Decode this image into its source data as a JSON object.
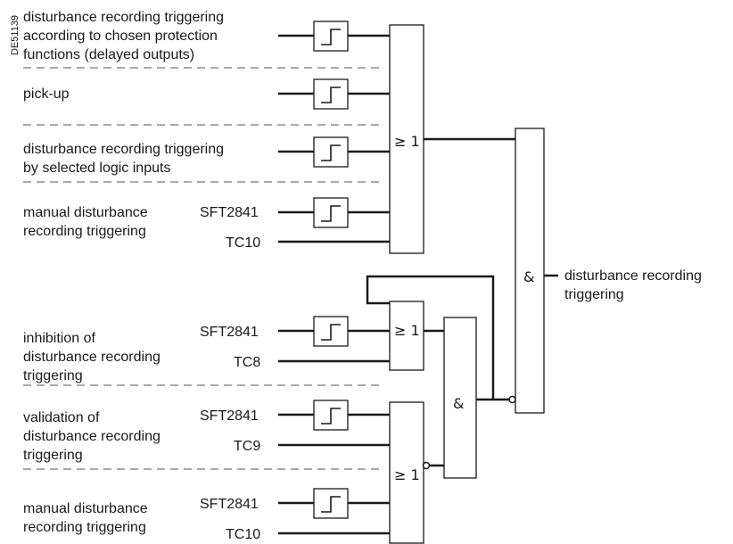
{
  "diagram": {
    "code": "DE51139",
    "labels": {
      "protection_1": "disturbance recording triggering",
      "protection_2": "according to chosen protection",
      "protection_3": "functions (delayed outputs)",
      "pickup": "pick-up",
      "logic_1": "disturbance recording triggering",
      "logic_2": "by selected logic inputs",
      "manual_a_1": "manual disturbance",
      "manual_a_2": "recording triggering",
      "inhibit_1": "inhibition of",
      "inhibit_2": "disturbance recording",
      "inhibit_3": "triggering",
      "valid_1": "validation of",
      "valid_2": "disturbance recording",
      "valid_3": "triggering",
      "manual_b_1": "manual disturbance",
      "manual_b_2": "recording triggering",
      "output_1": "disturbance recording",
      "output_2": "triggering"
    },
    "signals": {
      "sft_a": "SFT2841",
      "tc10_a": "TC10",
      "sft_inhibit": "SFT2841",
      "tc8": "TC8",
      "sft_valid": "SFT2841",
      "tc9": "TC9",
      "sft_b": "SFT2841",
      "tc10_b": "TC10"
    },
    "gates": {
      "or_main": "≥ 1",
      "or_inhibit": "≥ 1",
      "or_valid": "≥ 1",
      "and_mid": "&",
      "and_final": "&"
    }
  }
}
